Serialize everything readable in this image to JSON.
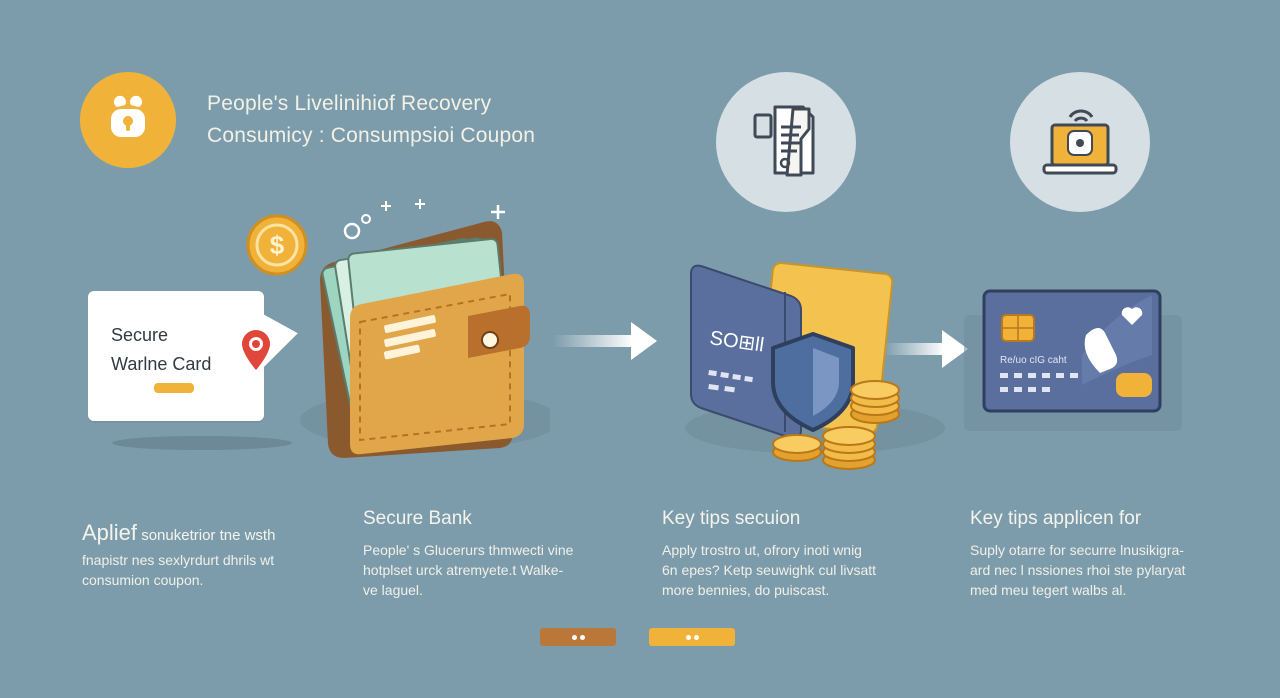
{
  "header": {
    "title_line1": "People's Livelinihiof Recovery",
    "title_line2": "Consumicy : Consumpsioi Coupon"
  },
  "label_card": {
    "line1": "Secure",
    "line2": "Warlne Card"
  },
  "coin_symbol": "$",
  "bank_card": {
    "brand_text": "SO⊞ll"
  },
  "final_card": {
    "card_text": "Re/uo cIG caht"
  },
  "columns": [
    {
      "title": "Aplief",
      "title_rest": " sonuketrior tne wsth",
      "lines": [
        "fnapistr nes sexlyrdurt dhrils  wt",
        "consumion coupon."
      ]
    },
    {
      "title": "Secure Bank",
      "lines": [
        "People' s Glucerurs thmwecti vine",
        "hotplset urck atremyete.t Walke-",
        "ve laguel."
      ]
    },
    {
      "title": "Key tips secuion",
      "lines": [
        "Apply trostro ut, ofrory inoti wnig",
        "6n epes? Ketp seuwighk cul livsatt",
        "more bennies, do puiscast."
      ]
    },
    {
      "title": "Key tips  applicen for",
      "lines": [
        "Suply otarre for securre lnusikigra-",
        "ard nec l nssiones rhoi ste pylaryat",
        "med meu tegert walbs al."
      ]
    }
  ],
  "colors": {
    "background": "#7d9cab",
    "accent_yellow": "#f1b23a",
    "wallet_brown": "#c27a3c",
    "card_blue": "#5b6f9e",
    "pager_brown": "#b9783a"
  },
  "icons": {
    "header": "lock-bag-icon",
    "doc": "document-icon",
    "laptop": "laptop-lock-icon",
    "wallet": "wallet-icon",
    "shield": "shield-icon",
    "pin": "location-pin-icon"
  },
  "pager": {
    "count": 2,
    "active_index": 1
  }
}
